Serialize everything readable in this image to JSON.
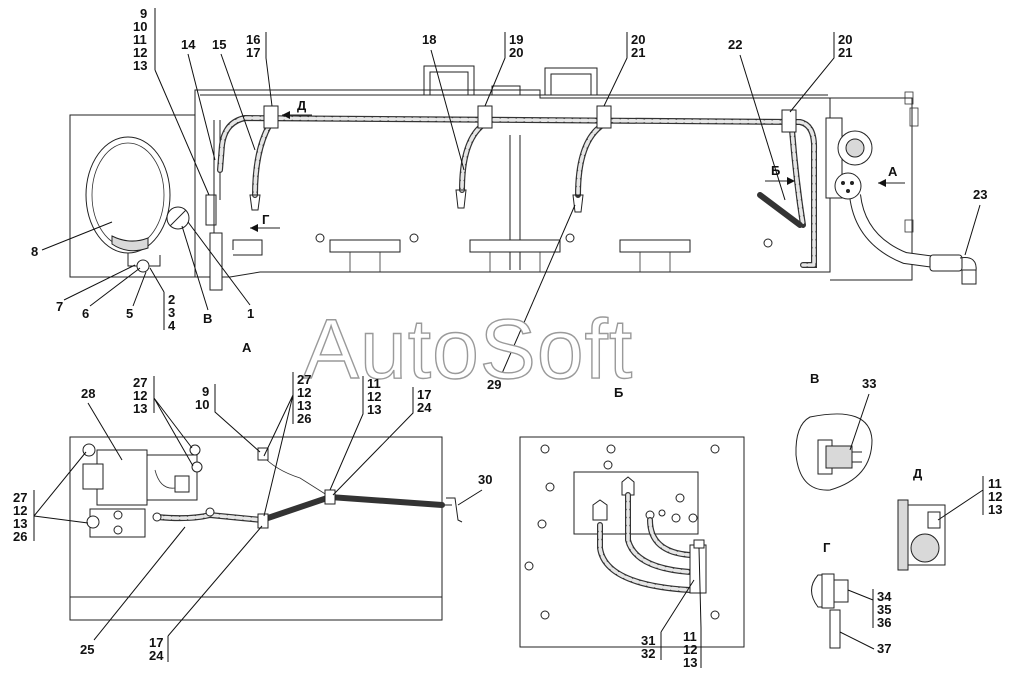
{
  "watermark": "AutoSoft",
  "view_labels": {
    "a": "А",
    "b": "Б",
    "v": "В",
    "g": "Г",
    "d": "Д"
  },
  "arrow_labels": {
    "d_arrow": "Д",
    "g_arrow": "Г",
    "b_arrow": "Б",
    "a_arrow": "А"
  },
  "callouts": {
    "top": {
      "stack_9_13": [
        "9",
        "10",
        "11",
        "12",
        "13"
      ],
      "n14": "14",
      "n15": "15",
      "stack_16_17": [
        "16",
        "17"
      ],
      "n18": "18",
      "stack_19_20": [
        "19",
        "20"
      ],
      "stack_20_21_a": [
        "20",
        "21"
      ],
      "n22": "22",
      "stack_20_21_b": [
        "20",
        "21"
      ],
      "n23": "23",
      "n8": "8",
      "n7": "7",
      "n6": "6",
      "n5": "5",
      "stack_2_4": [
        "2",
        "3",
        "4"
      ],
      "nV": "В",
      "n1": "1",
      "n29": "29"
    },
    "bottom_left": {
      "n28": "28",
      "stack_27_13": [
        "27",
        "12",
        "13"
      ],
      "stack_9_10": [
        "9",
        "10"
      ],
      "stack_27_26_top": [
        "27",
        "12",
        "13",
        "26"
      ],
      "stack_11_13": [
        "11",
        "12",
        "13"
      ],
      "stack_17_24_top": [
        "17",
        "24"
      ],
      "n30": "30",
      "stack_27_26_left": [
        "27",
        "12",
        "13",
        "26"
      ],
      "n25": "25",
      "stack_17_24_bottom": [
        "17",
        "24"
      ]
    },
    "bottom_mid": {
      "stack_31_32": [
        "31",
        "32"
      ],
      "stack_11_13": [
        "11",
        "12",
        "13"
      ]
    },
    "right": {
      "n33": "33",
      "stack_11_13": [
        "11",
        "12",
        "13"
      ],
      "stack_34_36": [
        "34",
        "35",
        "36"
      ],
      "n37": "37"
    }
  }
}
